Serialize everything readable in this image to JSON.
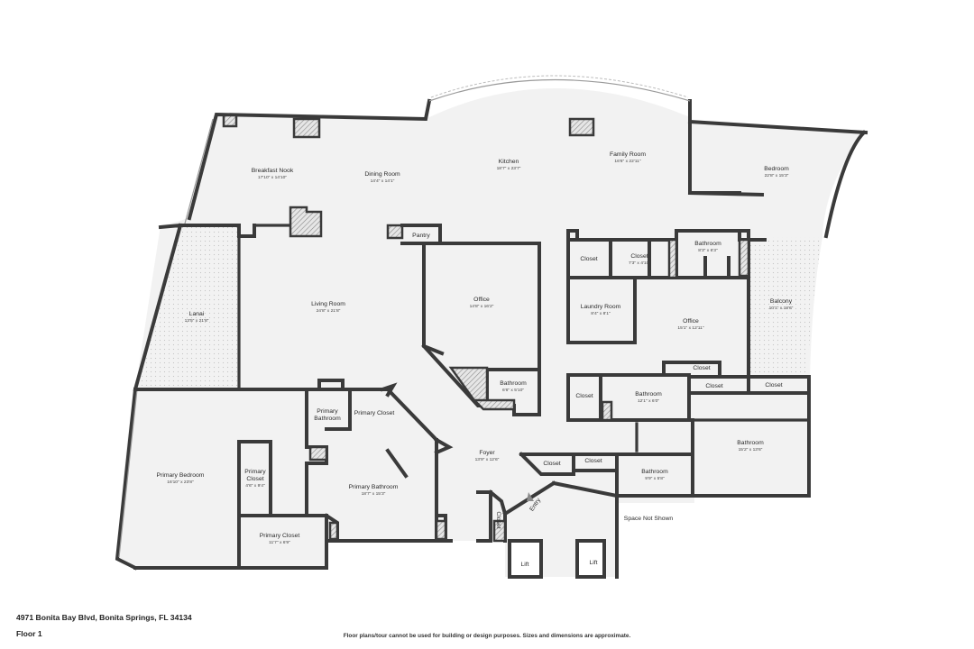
{
  "rooms": {
    "kitchen": {
      "name": "Kitchen",
      "dim": "18'7\" x 23'7\""
    },
    "family_room": {
      "name": "Family Room",
      "dim": "16'6\" x 22'11\""
    },
    "bedroom": {
      "name": "Bedroom",
      "dim": "22'8\" x 15'3\""
    },
    "breakfast_nook": {
      "name": "Breakfast Nook",
      "dim": "17'10\" x 14'10\""
    },
    "dining_room": {
      "name": "Dining Room",
      "dim": "14'4\" x 14'1\""
    },
    "pantry": {
      "name": "Pantry"
    },
    "closet_a": {
      "name": "Closet"
    },
    "closet_b": {
      "name": "Closet",
      "dim": "7'3\" x 4'10\""
    },
    "bathroom_top": {
      "name": "Bathroom",
      "dim": "8'3\" x 6'3\""
    },
    "lanai": {
      "name": "Lanai",
      "dim": "13'5\" x 21'8\""
    },
    "living_room": {
      "name": "Living Room",
      "dim": "24'8\" x 21'8\""
    },
    "office_mid": {
      "name": "Office",
      "dim": "14'8\" x 16'2\""
    },
    "laundry_room": {
      "name": "Laundry Room",
      "dim": "8'4\" x 8'1\""
    },
    "office_right": {
      "name": "Office",
      "dim": "15'1\" x 12'11\""
    },
    "balcony": {
      "name": "Balcony",
      "dim": "10'1\" x 18'6\""
    },
    "bathroom_office": {
      "name": "Bathroom",
      "dim": "6'6\" x 5'10\""
    },
    "closet_c": {
      "name": "Closet"
    },
    "closet_d": {
      "name": "Closet"
    },
    "bathroom_mid": {
      "name": "Bathroom",
      "dim": "12'1\" x 6'0\""
    },
    "closet_e": {
      "name": "Closet"
    },
    "closet_f": {
      "name": "Closet"
    },
    "primary_bathroom_small": {
      "name": "Primary",
      "name2": "Bathroom"
    },
    "primary_closet_top": {
      "name": "Primary Closet"
    },
    "primary_bedroom": {
      "name": "Primary Bedroom",
      "dim": "16'10\" x 23'8\""
    },
    "primary_closet_left": {
      "name": "Primary",
      "name2": "Closet",
      "dim": "4'6\" x 9'4\""
    },
    "primary_bathroom": {
      "name": "Primary Bathroom",
      "dim": "18'7\" x 15'3\""
    },
    "primary_closet_bottom": {
      "name": "Primary Closet",
      "dim": "11'7\" x 6'9\""
    },
    "foyer": {
      "name": "Foyer",
      "dim": "13'9\" x 12'6\""
    },
    "closet_g": {
      "name": "Closet"
    },
    "closet_h": {
      "name": "Closet"
    },
    "closet_i": {
      "name": "Closet"
    },
    "bathroom_lower": {
      "name": "Bathroom",
      "dim": "9'9\" x 5'8\""
    },
    "bathroom_right": {
      "name": "Bathroom",
      "dim": "15'2\" x 13'6\""
    },
    "entry": {
      "name": "Entry"
    },
    "space_not_shown": {
      "name": "Space Not Shown"
    },
    "lift_a": {
      "name": "Lift"
    },
    "lift_b": {
      "name": "Lift"
    }
  },
  "footer": {
    "address": "4971 Bonita Bay Blvd, Bonita Springs, FL 34134",
    "floor": "Floor 1",
    "disclaimer": "Floor plans/tour cannot be used for building or design purposes. Sizes and dimensions are approximate."
  }
}
